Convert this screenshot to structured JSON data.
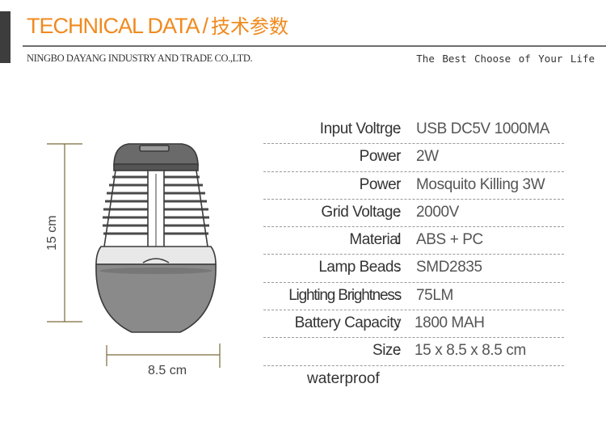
{
  "header": {
    "title_en": "TECHNICAL DATA",
    "separator": "/",
    "title_cn": "技术参数",
    "company": "NINGBO DAYANG INDUSTRY AND TRADE CO.,LTD.",
    "slogan": "The Best Choose of Your Life"
  },
  "dimensions": {
    "height": "15 cm",
    "width": "8.5 cm"
  },
  "specs": [
    {
      "label": "Input Voltrge",
      "value": "USB DC5V 1000MA"
    },
    {
      "label": "Power",
      "value": "2W"
    },
    {
      "label": "Power",
      "value": "Mosquito Killing 3W"
    },
    {
      "label": "Grid Voltage",
      "value": "2000V"
    },
    {
      "label": "Material",
      "value": "ABS + PC"
    },
    {
      "label": "Lamp Beads",
      "value": "SMD2835"
    },
    {
      "label": "Lighting Brightness",
      "value": "75LM"
    },
    {
      "label": "Battery Capacity",
      "value": "1800 MAH"
    },
    {
      "label": "Size",
      "value": "15 x 8.5 x 8.5 cm"
    }
  ],
  "colon": ":",
  "footer_note": "waterproof",
  "colors": {
    "accent": "#f08a1e",
    "line_dark": "#3d3d3d",
    "dimension_line": "#7a6a3a"
  }
}
